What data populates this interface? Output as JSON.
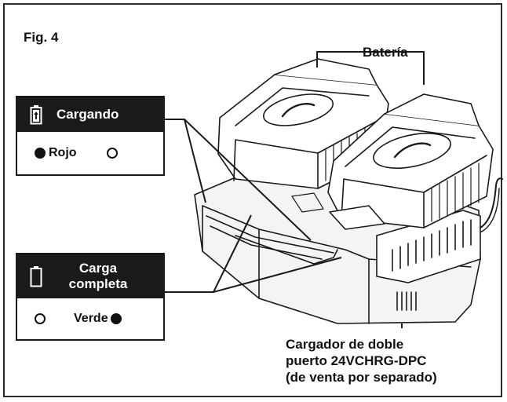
{
  "figure": {
    "label": "Fig. 4"
  },
  "callouts": {
    "battery": "Batería",
    "charger_line1": "Cargador de doble",
    "charger_line2": "puerto 24VCHRG-DPC",
    "charger_line3": "(de venta por separado)"
  },
  "status_charging": {
    "title": "Cargando",
    "led_label": "Rojo",
    "icon": "battery-charging-icon"
  },
  "status_complete": {
    "title_line1": "Carga",
    "title_line2": "completa",
    "led_label": "Verde",
    "icon": "battery-empty-icon"
  }
}
